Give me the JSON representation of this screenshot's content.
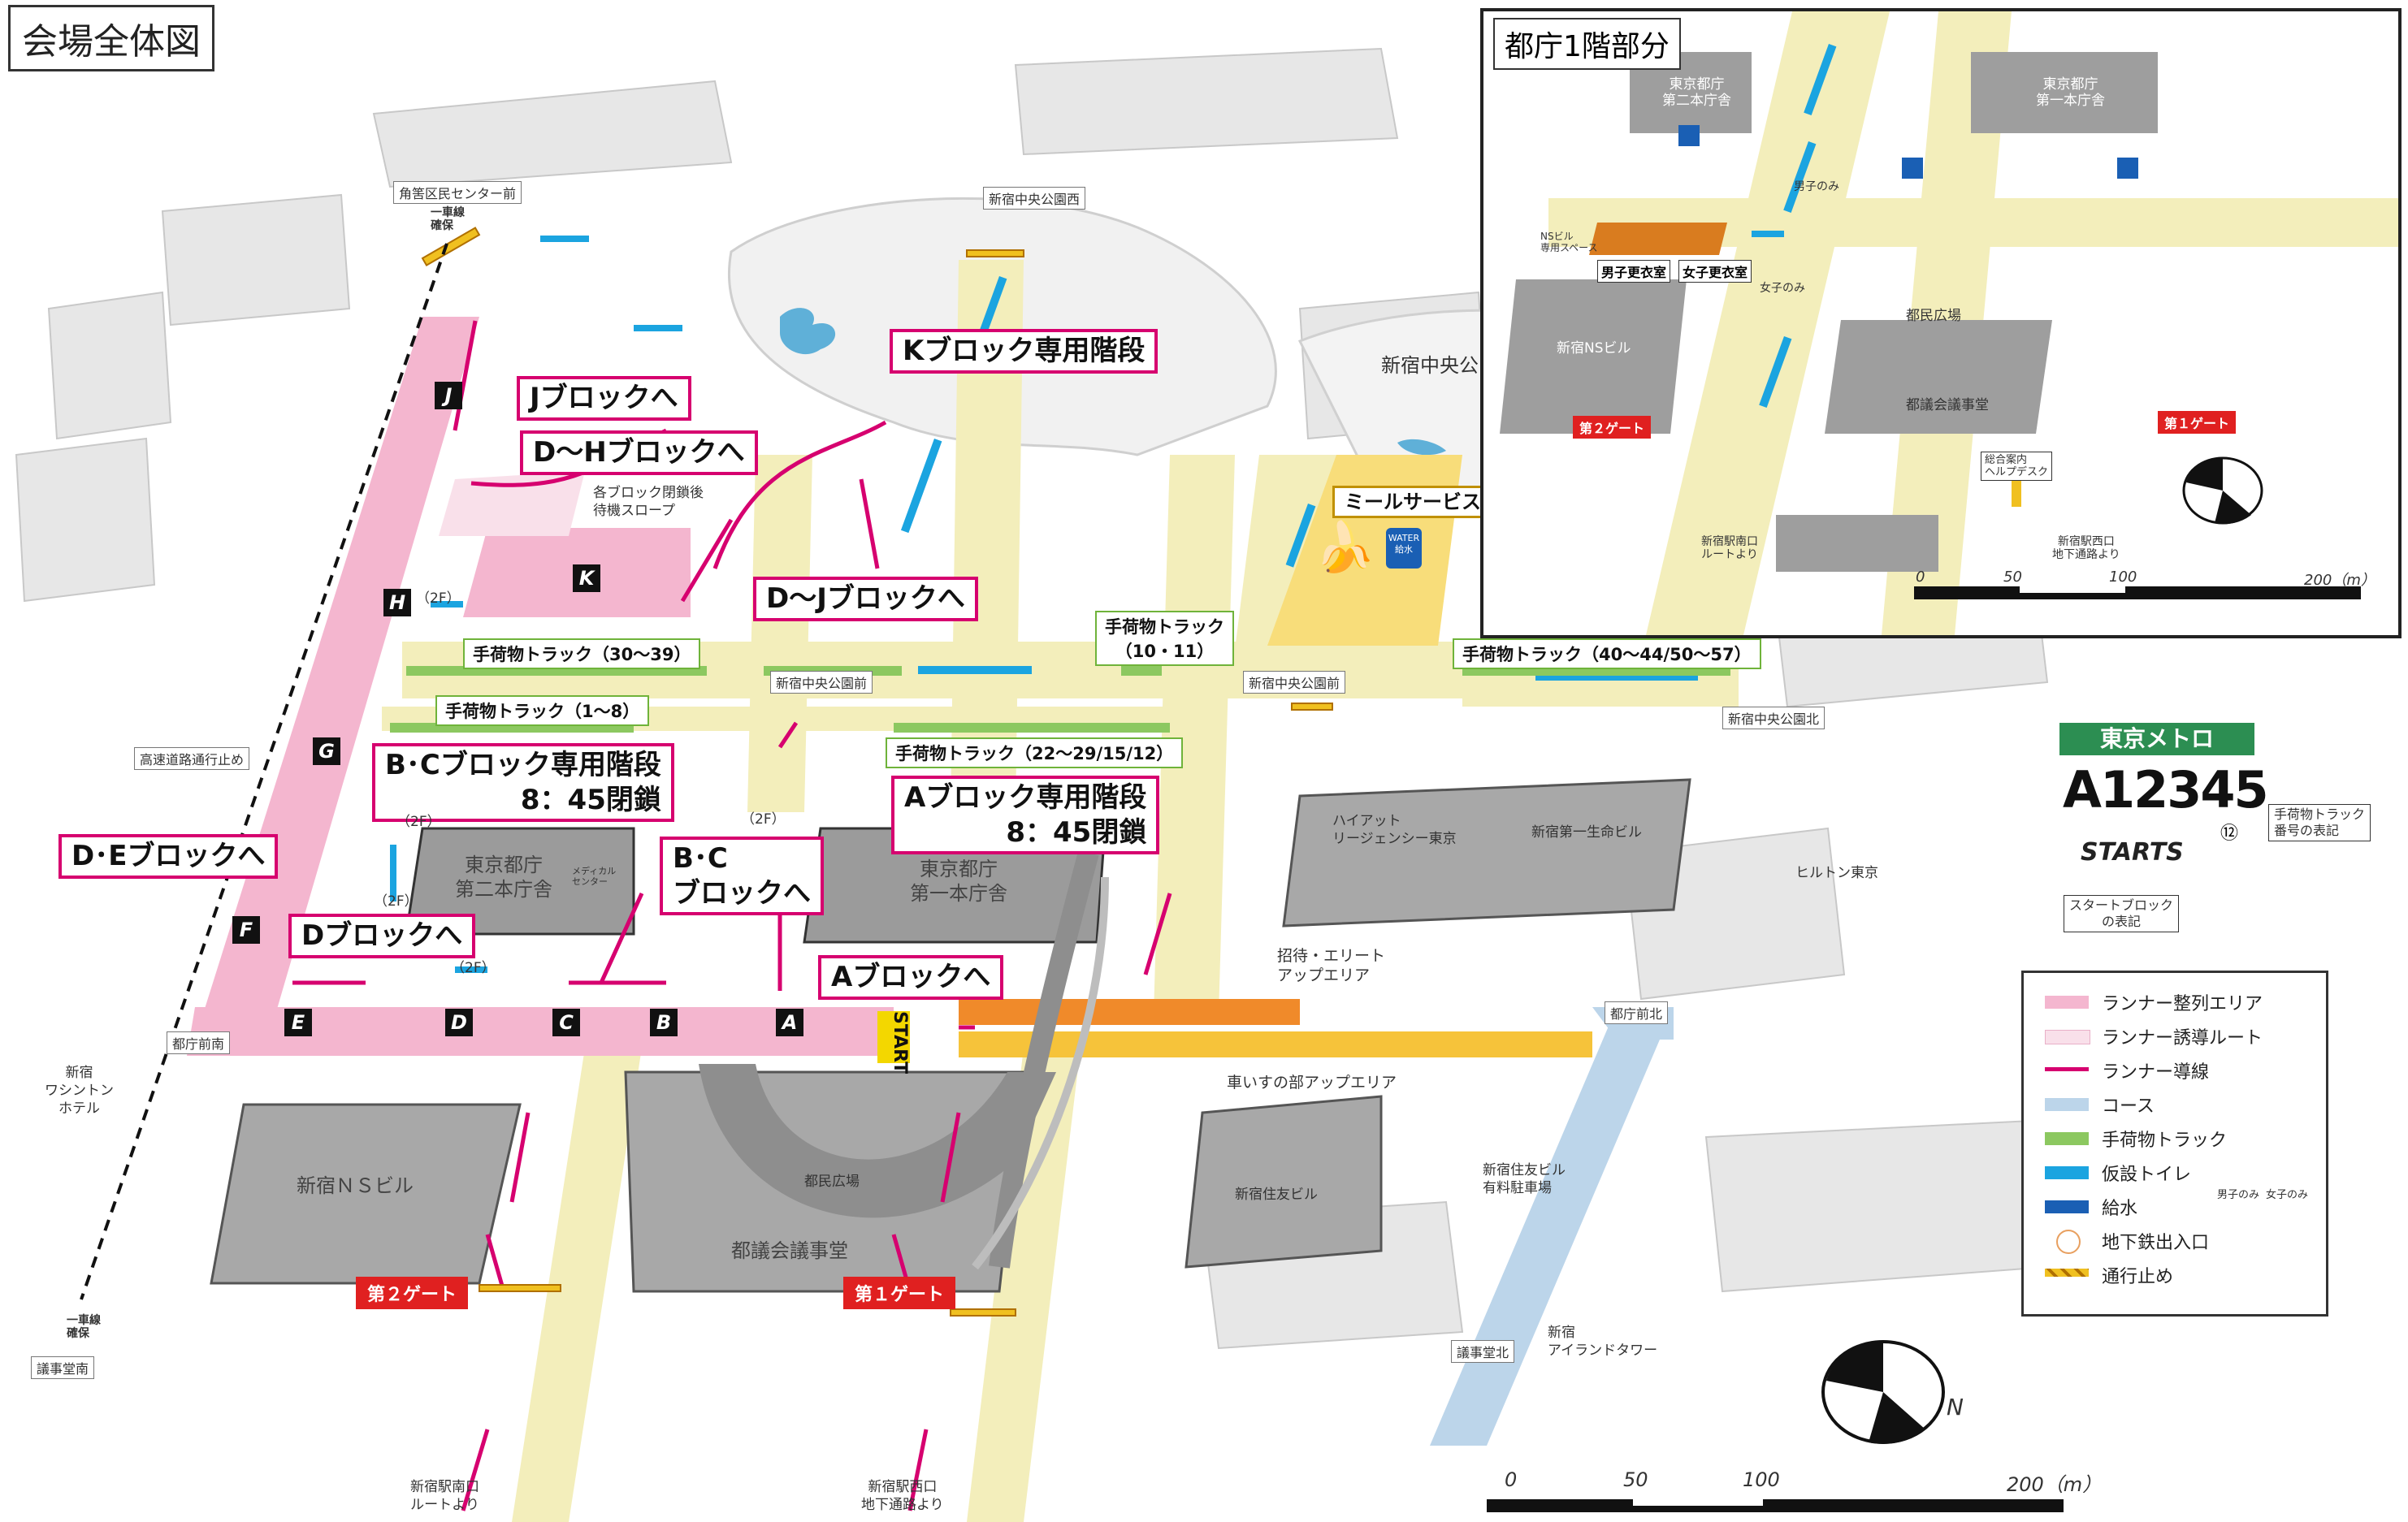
{
  "title": "会場全体図",
  "callouts": {
    "k_stairs": "Kブロック専用階段",
    "j_block": "Jブロックへ",
    "dh_block": "D～Hブロックへ",
    "dj_block": "D～Jブロックへ",
    "bc_stairs_line1": "B･Cブロック専用階段",
    "bc_stairs_line2": "8：45閉鎖",
    "a_stairs_line1": "Aブロック専用階段",
    "a_stairs_line2": "8：45閉鎖",
    "de_block": "D･Eブロックへ",
    "d_block": "Dブロックへ",
    "bc_block_line1": "B･C",
    "bc_block_line2": "ブロックへ",
    "a_block": "Aブロックへ",
    "meal": "ミールサービス"
  },
  "tracks": {
    "t30_39": "手荷物トラック（30～39）",
    "t1_8": "手荷物トラック（1～8）",
    "t10_11_line1": "手荷物トラック",
    "t10_11_line2": "（10・11）",
    "t22_29": "手荷物トラック（22～29/15/12）",
    "t40_57": "手荷物トラック（40～44/50～57）"
  },
  "blocks": [
    "J",
    "H",
    "G",
    "F",
    "E",
    "D",
    "C",
    "B",
    "A"
  ],
  "block_k": "K",
  "labels": {
    "slope": "各ブロック閉鎖後\n待機スロープ",
    "floor2f": "（2F）",
    "elite": "招待・エリート\nアップエリア",
    "wheelchair": "車いすの部アップエリア",
    "start": "START",
    "expressway": "高速道路通行止め",
    "one_lane_top": "一車線\n確保",
    "one_lane_bottom": "一車線\n確保",
    "medical": "メディカル\nセンター"
  },
  "roads": {
    "kakuhazu": "角筈区民センター前",
    "shinjuku_park_west": "新宿中央公園西",
    "shinjuku_park_front": "新宿中央公園前",
    "shinjuku_park_north": "新宿中央公園北",
    "tocho_south": "都庁前南",
    "tocho_north": "都庁前北",
    "gijido_south": "議事堂南",
    "gijido_north": "議事堂北",
    "park_text": "新宿中央公"
  },
  "buildings": {
    "tocho2": "東京都庁\n第二本庁舎",
    "tocho1": "東京都庁\n第一本庁舎",
    "ns_bldg": "新宿ＮＳビル",
    "gikai": "都議会議事堂",
    "tomin_hiroba": "都民広場",
    "hyatt": "ハイアット\nリージェンシー東京",
    "daiichi_seimei": "新宿第一生命ビル",
    "hilton": "ヒルトン東京",
    "washington": "新宿\nワシントン\nホテル",
    "sumitomo": "新宿住友ビル",
    "sumitomo_parking": "新宿住友ビル\n有料駐車場",
    "island": "新宿\nアイランドタワー"
  },
  "gates": {
    "gate2": "第２ゲート",
    "gate1": "第１ゲート"
  },
  "routes": {
    "south_exit": "新宿駅南口\nルートより",
    "west_exit": "新宿駅西口\n地下通路より"
  },
  "scale": {
    "ticks": [
      "0",
      "50",
      "100",
      "200（m）"
    ]
  },
  "inset": {
    "title": "都庁1階部分",
    "tocho2": "東京都庁\n第二本庁舎",
    "tocho1": "東京都庁\n第一本庁舎",
    "ns_space": "NSビル\n専用スペース",
    "men_room": "男子更衣室",
    "women_room": "女子更衣室",
    "men_only": "男子のみ",
    "women_only": "女子のみ",
    "ns_bldg": "新宿NSビル",
    "tomin_hiroba": "都民広場",
    "gikai": "都議会議事堂",
    "gate2": "第２ゲート",
    "gate1": "第１ゲート",
    "help_desk": "総合案内\nヘルプデスク",
    "south_exit": "新宿駅南口\nルートより",
    "west_exit": "新宿駅西口\n地下通路より",
    "scale_ticks": [
      "0",
      "50",
      "100",
      "200（m）"
    ],
    "water": "給水"
  },
  "metro": {
    "brand": "東京メトロ",
    "bib": "A12345",
    "circle_num": "⑫",
    "starts": "STARTS",
    "track_note": "手荷物トラック\n番号の表記",
    "block_note": "スタートブロック\nの表記"
  },
  "legend": {
    "items": [
      {
        "label": "ランナー整列エリア",
        "color": "#f4b6cf"
      },
      {
        "label": "ランナー誘導ルート",
        "color": "#f9e0ea"
      },
      {
        "label": "ランナー導線",
        "color": "#d6006f"
      },
      {
        "label": "コース",
        "color": "#bcd5ea"
      },
      {
        "label": "手荷物トラック",
        "color": "#8cc860"
      },
      {
        "label": "仮設トイレ",
        "color": "#1ba4e0"
      },
      {
        "label": "給水",
        "color": "#1a5fb4"
      },
      {
        "label": "地下鉄出入口",
        "color": "#e8a060"
      },
      {
        "label": "通行止め",
        "color": "#f0c020"
      }
    ],
    "men_only": "男子のみ",
    "women_only": "女子のみ"
  },
  "compass": "N"
}
